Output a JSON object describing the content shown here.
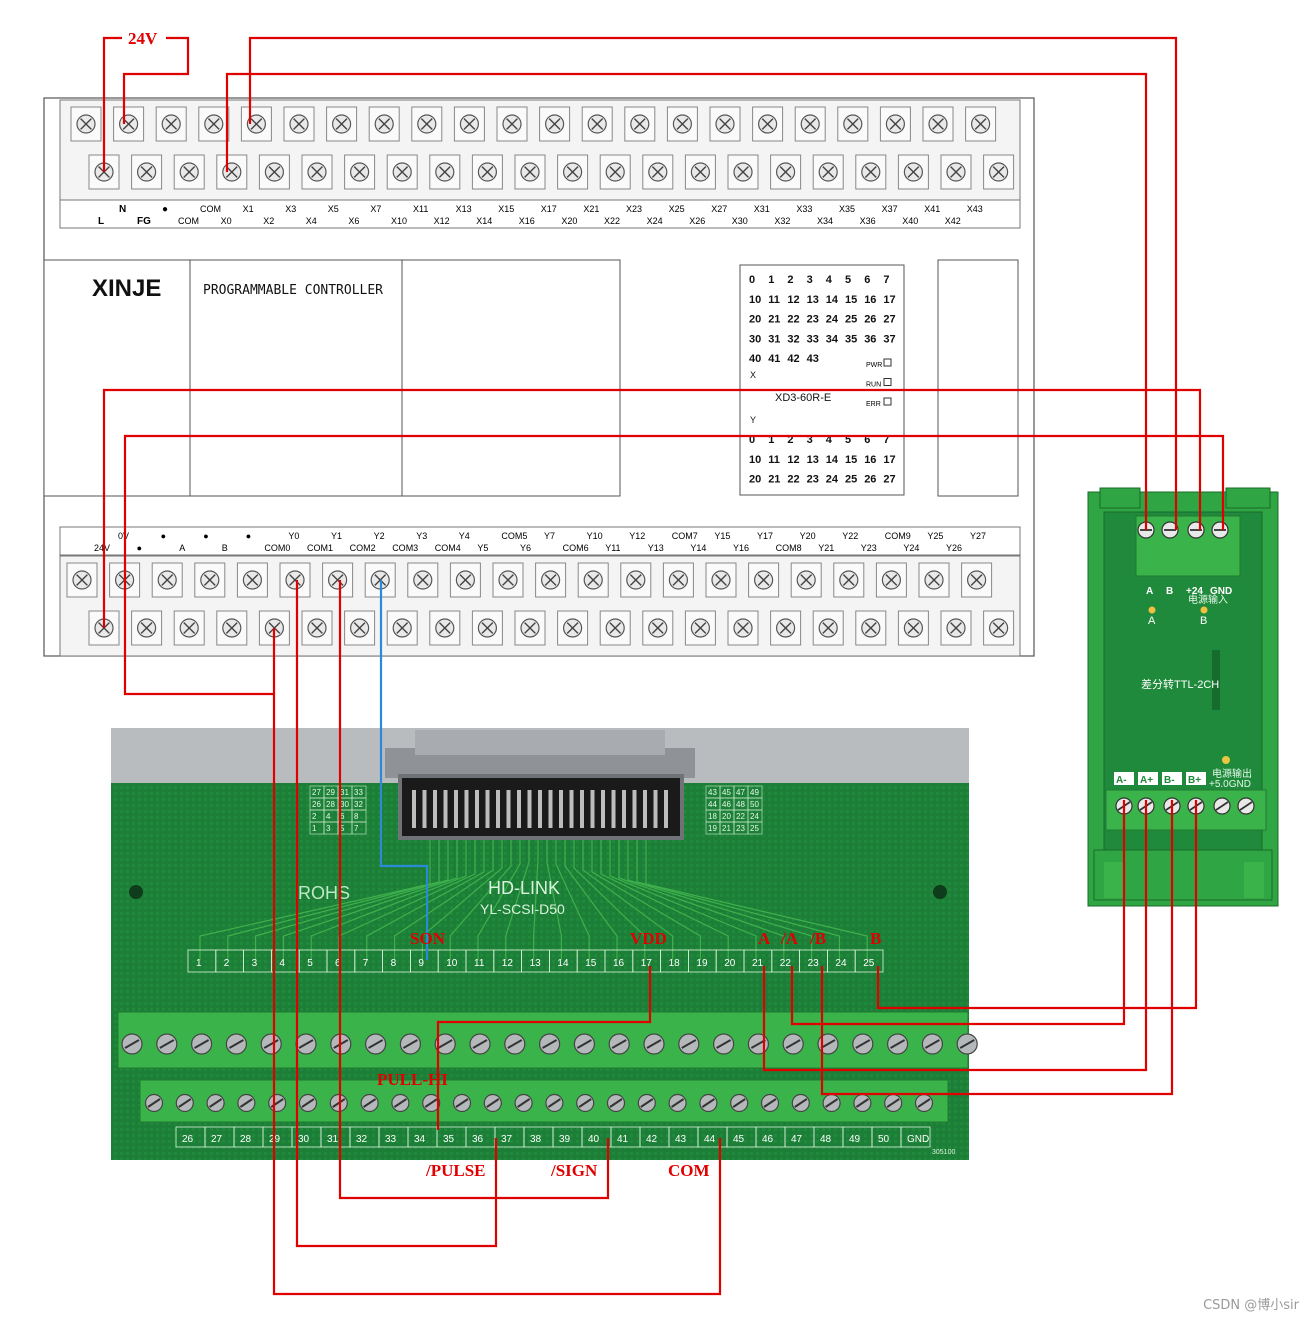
{
  "plc": {
    "brand": "XINJE",
    "title": "PROGRAMMABLE CONTROLLER",
    "model": "XD3-60R-E",
    "top_row_upper": [
      "COM",
      "X1",
      "X3",
      "X5",
      "X7",
      "X11",
      "X13",
      "X15",
      "X17",
      "X21",
      "X23",
      "X25",
      "X27",
      "X31",
      "X33",
      "X35",
      "X37",
      "X41",
      "X43"
    ],
    "top_row_lower": [
      "COM",
      "X0",
      "X2",
      "X4",
      "X6",
      "X10",
      "X12",
      "X14",
      "X16",
      "X20",
      "X22",
      "X24",
      "X26",
      "X30",
      "X32",
      "X34",
      "X36",
      "X40",
      "X42"
    ],
    "top_left_labels": [
      "N",
      "●",
      "L",
      "FG"
    ],
    "bottom_row_upper": [
      "0V",
      "●",
      "●",
      "●",
      "Y0",
      "Y1",
      "Y2",
      "Y3",
      "Y4",
      "COM5",
      "Y7",
      "Y10",
      "Y12",
      "COM7",
      "Y15",
      "Y17",
      "Y20",
      "Y22",
      "COM9",
      "Y25",
      "Y27"
    ],
    "bottom_row_lower": [
      "24V",
      "●",
      "A",
      "B",
      "COM0",
      "COM1",
      "COM2",
      "COM3",
      "COM4",
      "Y5",
      "Y6",
      "COM6",
      "Y11",
      "Y13",
      "Y14",
      "Y16",
      "COM8",
      "Y21",
      "Y23",
      "Y24",
      "Y26"
    ],
    "x_status": {
      "rows": [
        [
          "0",
          "1",
          "2",
          "3",
          "4",
          "5",
          "6",
          "7"
        ],
        [
          "10",
          "11",
          "12",
          "13",
          "14",
          "15",
          "16",
          "17"
        ],
        [
          "20",
          "21",
          "22",
          "23",
          "24",
          "25",
          "26",
          "27"
        ],
        [
          "30",
          "31",
          "32",
          "33",
          "34",
          "35",
          "36",
          "37"
        ],
        [
          "40",
          "41",
          "42",
          "43"
        ]
      ],
      "tag": "X"
    },
    "y_status": {
      "rows": [
        [
          "0",
          "1",
          "2",
          "3",
          "4",
          "5",
          "6",
          "7"
        ],
        [
          "10",
          "11",
          "12",
          "13",
          "14",
          "15",
          "16",
          "17"
        ],
        [
          "20",
          "21",
          "22",
          "23",
          "24",
          "25",
          "26",
          "27"
        ]
      ],
      "tag": "Y"
    },
    "leds": [
      "PWR",
      "RUN",
      "ERR"
    ]
  },
  "converter": {
    "title": "差分转TTL-2CH",
    "top_labels": [
      "A",
      "B",
      "+24",
      "GND"
    ],
    "top_sub": "电源输入",
    "top_leds": [
      "A",
      "B"
    ],
    "bottom_labels": [
      "A-",
      "A+",
      "B-",
      "B+"
    ],
    "bottom_sub_1": "电源输出",
    "bottom_sub_2": "+5.0GND"
  },
  "breakout": {
    "brand": "HD-LINK",
    "model": "YL-SCSI-D50",
    "rohs": "ROHS",
    "code": "305100",
    "row1": [
      "1",
      "2",
      "3",
      "4",
      "5",
      "6",
      "7",
      "8",
      "9",
      "10",
      "11",
      "12",
      "13",
      "14",
      "15",
      "16",
      "17",
      "18",
      "19",
      "20",
      "21",
      "22",
      "23",
      "24",
      "25"
    ],
    "row2": [
      "26",
      "27",
      "28",
      "29",
      "30",
      "31",
      "32",
      "33",
      "34",
      "35",
      "36",
      "37",
      "38",
      "39",
      "40",
      "41",
      "42",
      "43",
      "44",
      "45",
      "46",
      "47",
      "48",
      "49",
      "50",
      "GND"
    ],
    "pin_map_left": [
      "27",
      "29",
      "31",
      "33",
      "26",
      "28",
      "30",
      "32",
      "2",
      "4",
      "6",
      "8",
      "1",
      "3",
      "5",
      "7"
    ],
    "pin_map_right": [
      "43",
      "45",
      "47",
      "49",
      "44",
      "46",
      "48",
      "50",
      "18",
      "20",
      "22",
      "24",
      "19",
      "21",
      "23",
      "25"
    ]
  },
  "signals": {
    "v24": "24V",
    "son": "SON",
    "vdd": "VDD",
    "a": "A",
    "na": "/A",
    "nb": "/B",
    "b": "B",
    "pull_hi": "PULL-HI",
    "npulse": "/PULSE",
    "nsign": "/SIGN",
    "com": "COM"
  },
  "colors": {
    "wire_red": "#e00000",
    "wire_blue": "#2a8ad8",
    "pcb_green": "#1f8a3b",
    "terminal_green": "#3ab34a"
  },
  "watermark": "CSDN @博小sir"
}
